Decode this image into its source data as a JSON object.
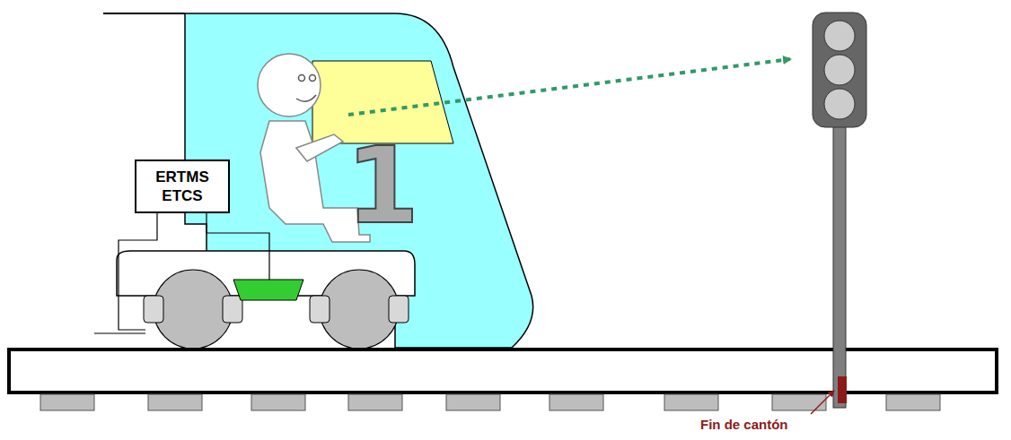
{
  "diagram": {
    "nodes": [
      {
        "text": [
          "ERTMS ETCS"
        ]
      }
    ],
    "labels": [
      "1",
      "Fin de cantón"
    ]
  }
}
